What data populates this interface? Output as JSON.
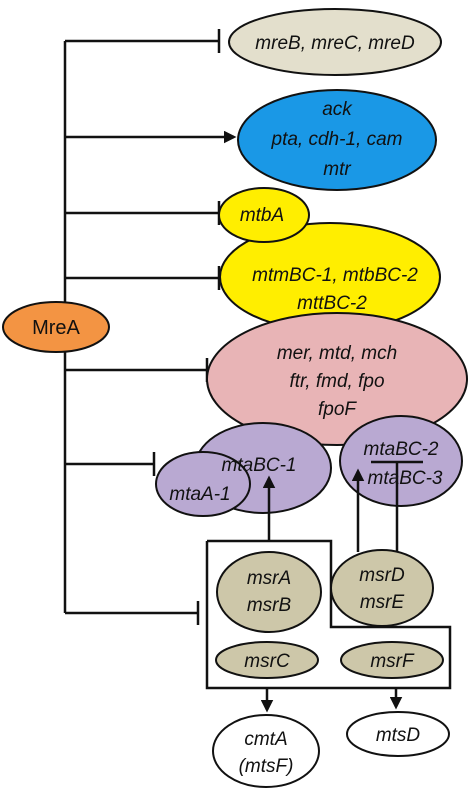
{
  "regulator": {
    "label": "MreA",
    "color": "#f39443"
  },
  "nodes": {
    "mre": {
      "lines": [
        "mreB, mreC, mreD"
      ],
      "color": "#e3dfcc"
    },
    "ack": {
      "lines": [
        "ack",
        "pta, cdh-1, cam",
        "mtr"
      ],
      "color": "#1a98e6"
    },
    "mtb": {
      "lines": [
        "mtbA",
        "mtmBC-1, mtbBC-2",
        "mttBC-2"
      ],
      "color": "#ffee00"
    },
    "mer": {
      "lines": [
        "mer, mtd, mch",
        "ftr, fmd, fpo",
        "fpoF"
      ],
      "color": "#e8b4b6"
    },
    "mta1": {
      "lines": [
        "mtaBC-1",
        "mtaA-1"
      ],
      "color": "#b9a9d2"
    },
    "mta2": {
      "lines": [
        "mtaBC-2",
        "mtaBC-3"
      ],
      "color": "#b9a9d2"
    },
    "msrAB": {
      "lines": [
        "msrA",
        "msrB"
      ],
      "color": "#cdc7a9"
    },
    "msrDE": {
      "lines": [
        "msrD",
        "msrE"
      ],
      "color": "#cdc7a9"
    },
    "msrC": {
      "lines": [
        "msrC"
      ],
      "color": "#cdc7a9"
    },
    "msrF": {
      "lines": [
        "msrF"
      ],
      "color": "#cdc7a9"
    },
    "cmtA": {
      "lines": [
        "cmtA",
        "(mtsF)"
      ],
      "color": "#ffffff"
    },
    "mtsD": {
      "lines": [
        "mtsD"
      ],
      "color": "#ffffff"
    }
  }
}
